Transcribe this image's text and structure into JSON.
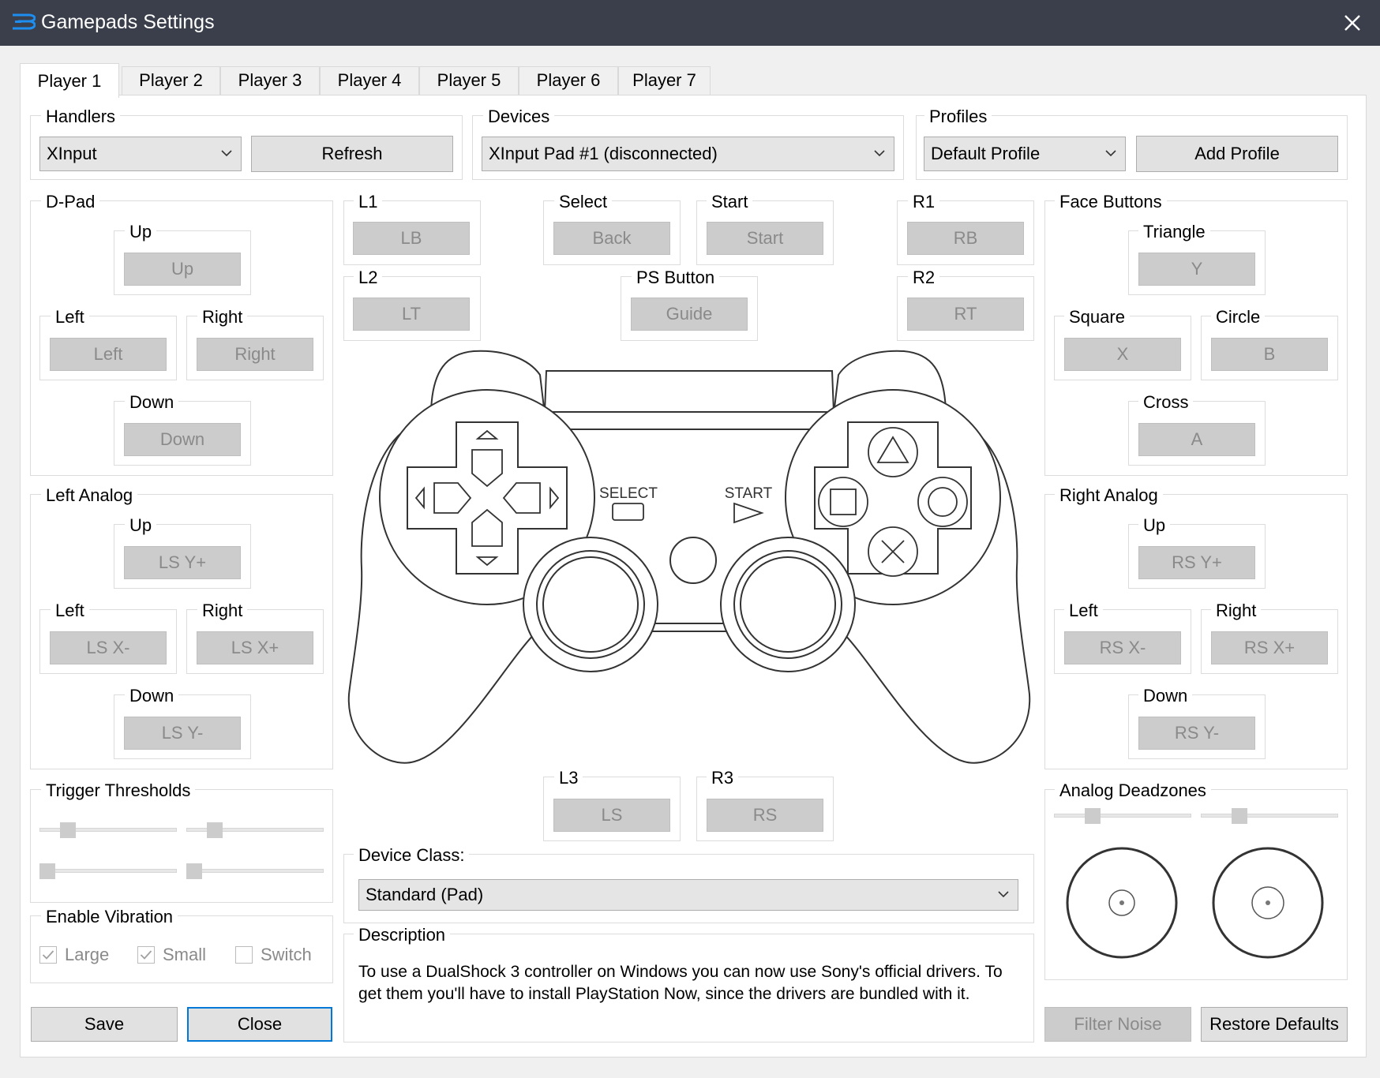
{
  "window": {
    "title": "Gamepads Settings",
    "close_glyph": "✕",
    "app_icon": "app-logo-icon"
  },
  "tabs": [
    "Player 1",
    "Player 2",
    "Player 3",
    "Player 4",
    "Player 5",
    "Player 6",
    "Player 7"
  ],
  "handlers": {
    "label": "Handlers",
    "value": "XInput",
    "refresh": "Refresh"
  },
  "devices": {
    "label": "Devices",
    "value": "XInput Pad #1 (disconnected)"
  },
  "profiles": {
    "label": "Profiles",
    "value": "Default Profile",
    "add": "Add Profile"
  },
  "dpad": {
    "label": "D-Pad",
    "up": {
      "label": "Up",
      "binding": "Up"
    },
    "left": {
      "label": "Left",
      "binding": "Left"
    },
    "right": {
      "label": "Right",
      "binding": "Right"
    },
    "down": {
      "label": "Down",
      "binding": "Down"
    }
  },
  "left_analog": {
    "label": "Left Analog",
    "up": {
      "label": "Up",
      "binding": "LS Y+"
    },
    "left": {
      "label": "Left",
      "binding": "LS X-"
    },
    "right": {
      "label": "Right",
      "binding": "LS X+"
    },
    "down": {
      "label": "Down",
      "binding": "LS Y-"
    }
  },
  "face": {
    "label": "Face Buttons",
    "triangle": {
      "label": "Triangle",
      "binding": "Y"
    },
    "square": {
      "label": "Square",
      "binding": "X"
    },
    "circle": {
      "label": "Circle",
      "binding": "B"
    },
    "cross": {
      "label": "Cross",
      "binding": "A"
    }
  },
  "right_analog": {
    "label": "Right Analog",
    "up": {
      "label": "Up",
      "binding": "RS Y+"
    },
    "left": {
      "label": "Left",
      "binding": "RS X-"
    },
    "right": {
      "label": "Right",
      "binding": "RS X+"
    },
    "down": {
      "label": "Down",
      "binding": "RS Y-"
    }
  },
  "center": {
    "l1": {
      "label": "L1",
      "binding": "LB"
    },
    "l2": {
      "label": "L2",
      "binding": "LT"
    },
    "select": {
      "label": "Select",
      "binding": "Back"
    },
    "start": {
      "label": "Start",
      "binding": "Start"
    },
    "ps": {
      "label": "PS Button",
      "binding": "Guide"
    },
    "r1": {
      "label": "R1",
      "binding": "RB"
    },
    "r2": {
      "label": "R2",
      "binding": "RT"
    },
    "l3": {
      "label": "L3",
      "binding": "LS"
    },
    "r3": {
      "label": "R3",
      "binding": "RS"
    }
  },
  "controller": {
    "select_text": "SELECT",
    "start_text": "START"
  },
  "trigger_thresholds": {
    "label": "Trigger Thresholds",
    "sliders": [
      0.17,
      0.17,
      0.0,
      0.0
    ]
  },
  "vibration": {
    "label": "Enable Vibration",
    "options": [
      {
        "label": "Large",
        "checked": true
      },
      {
        "label": "Small",
        "checked": true
      },
      {
        "label": "Switch",
        "checked": false
      }
    ]
  },
  "device_class": {
    "label": "Device Class:",
    "value": "Standard (Pad)"
  },
  "description": {
    "label": "Description",
    "text": "To use a DualShock 3 controller on Windows you can now use Sony's official drivers. To get them you'll have to install PlayStation Now, since the drivers are bundled with it."
  },
  "deadzones": {
    "label": "Analog Deadzones",
    "sliders": [
      0.25,
      0.25
    ]
  },
  "footer": {
    "save": "Save",
    "close": "Close",
    "filter_noise": "Filter Noise",
    "restore_defaults": "Restore Defaults"
  },
  "colors": {
    "titlebar": "#3a3f4b",
    "accent": "#0078d7",
    "panel": "#ffffff",
    "disabled_button": "#cccccc"
  }
}
